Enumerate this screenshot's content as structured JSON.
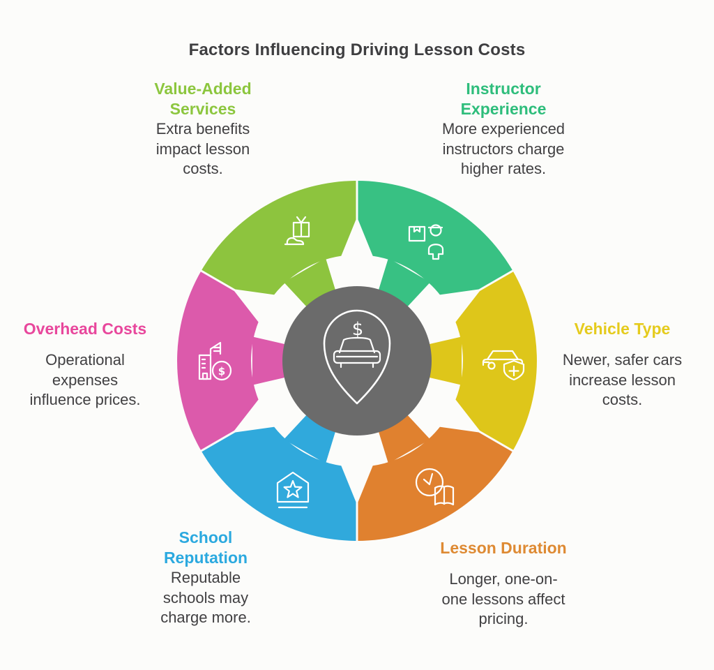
{
  "title": "Factors Influencing Driving Lesson Costs",
  "background_color": "#FCFCFA",
  "text_color": "#414042",
  "center": {
    "name": "driving-lesson-cost",
    "icon": "car-price-pin-icon",
    "hub_color": "#6B6B6B",
    "dollar_glyph": "$"
  },
  "factors": [
    {
      "id": "instructor-experience",
      "label": "Instructor Experience",
      "description": "More experienced instructors charge higher rates.",
      "color": "#38C183",
      "heading_color": "#2EBD7B",
      "icon": "instructor-package-icon",
      "position": "top-right"
    },
    {
      "id": "vehicle-type",
      "label": "Vehicle Type",
      "description": "Newer, safer cars increase lesson costs.",
      "color": "#DEC61A",
      "heading_color": "#E5CB1D",
      "icon": "car-shield-icon",
      "position": "right"
    },
    {
      "id": "lesson-duration",
      "label": "Lesson Duration",
      "description": "Longer, one-on-one lessons affect pricing.",
      "color": "#E0812F",
      "heading_color": "#DE8A33",
      "icon": "clock-book-icon",
      "position": "bottom-right"
    },
    {
      "id": "school-reputation",
      "label": "School Reputation",
      "description": "Reputable schools may charge more.",
      "color": "#30A9DC",
      "heading_color": "#2BA9DF",
      "icon": "house-star-icon",
      "position": "bottom-left"
    },
    {
      "id": "overhead-costs",
      "label": "Overhead Costs",
      "description": "Operational expenses influence prices.",
      "color": "#DC5AAB",
      "heading_color": "#E8479C",
      "icon": "building-coin-icon",
      "position": "left"
    },
    {
      "id": "value-added-services",
      "label": "Value-Added Services",
      "description": "Extra benefits impact lesson costs.",
      "color": "#8DC43E",
      "heading_color": "#8CC63E",
      "icon": "gift-hand-icon",
      "position": "top-left"
    }
  ]
}
